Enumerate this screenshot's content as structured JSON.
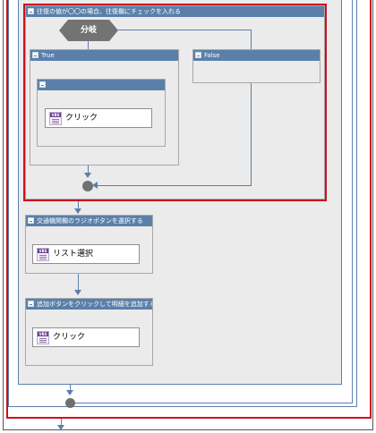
{
  "condition_block": {
    "title": "往復の値が〇〇の場合、往復欄にチェックを入れる",
    "decision_label": "分岐",
    "true_branch": {
      "label": "True",
      "inner_sequence_title": "",
      "activity": {
        "icon_tag": "VBS",
        "label": "クリック"
      }
    },
    "false_branch": {
      "label": "False"
    }
  },
  "steps": [
    {
      "title": "交通機関欄のラジオボタンを選択する",
      "activity": {
        "icon_tag": "VBS",
        "label": "リスト選択"
      }
    },
    {
      "title": "追加ボタンをクリックして明細を追加する",
      "activity": {
        "icon_tag": "VBS",
        "label": "クリック"
      }
    }
  ],
  "colors": {
    "highlight_border": "#cc1020",
    "header_blue": "#5a80aa",
    "panel_gray": "#ebebeb"
  }
}
